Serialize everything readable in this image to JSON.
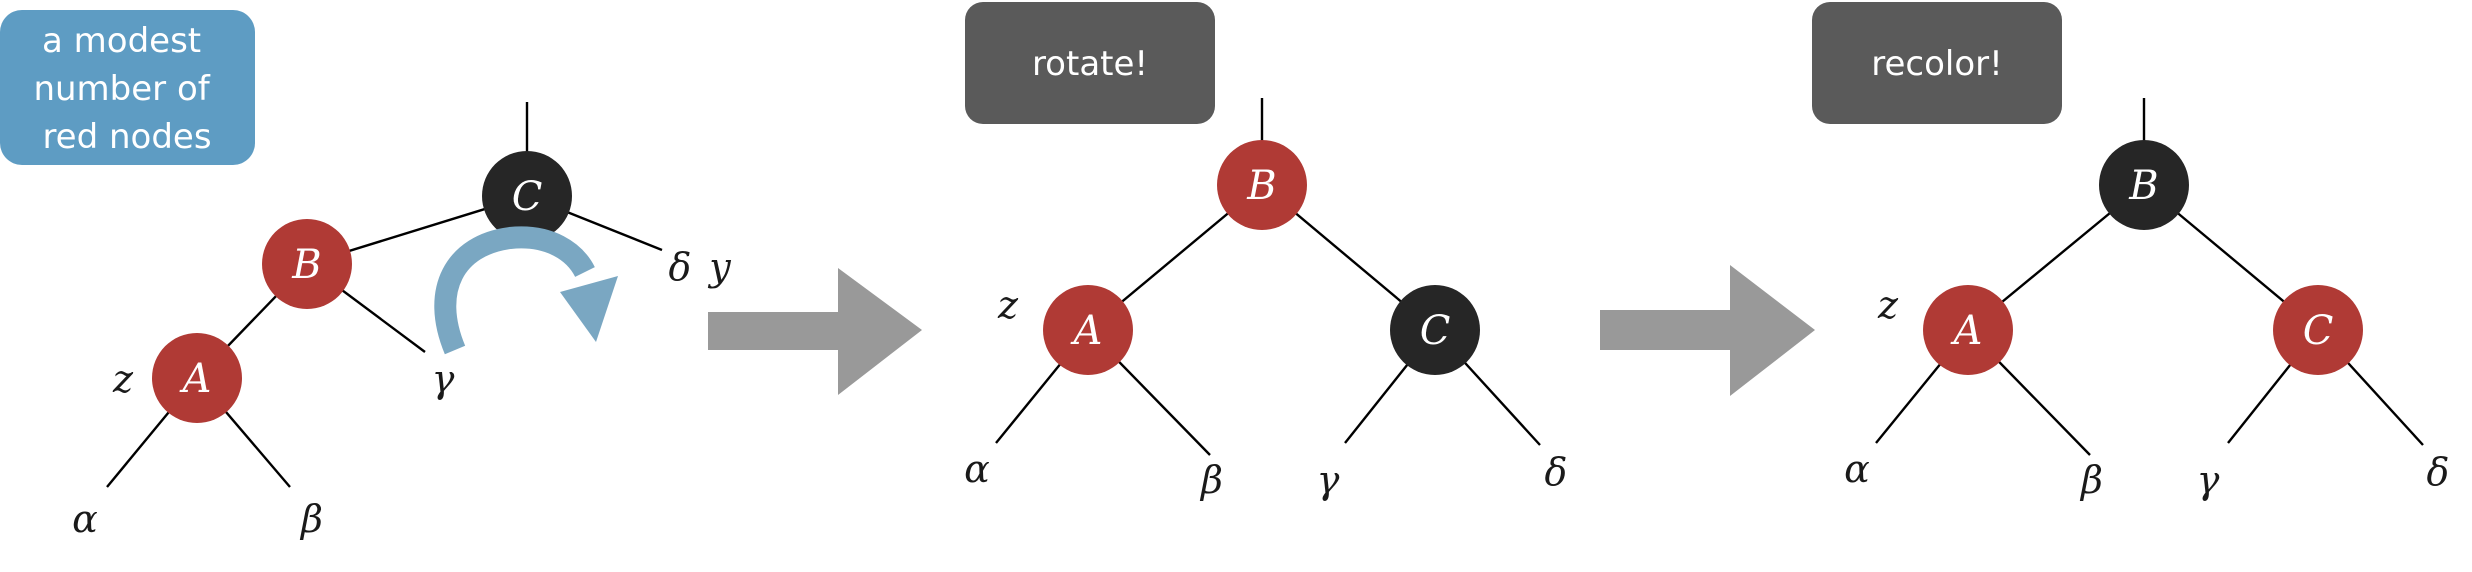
{
  "colors": {
    "red": "#B03A35",
    "black": "#262626",
    "callout_blue": "#5E9CC3",
    "callout_gray": "#5A5A5A",
    "arrow_gray": "#999999",
    "rotate_icon": "#7AA7C2"
  },
  "callouts": {
    "left": {
      "lines": [
        "a modest",
        "number of",
        "red nodes"
      ]
    },
    "middle": {
      "text": "rotate!"
    },
    "right": {
      "text": "recolor!"
    }
  },
  "panels": {
    "left": {
      "nodes": {
        "A": "A",
        "B": "B",
        "C": "C"
      },
      "labels": {
        "z": "z",
        "y": "y",
        "alpha": "α",
        "beta": "β",
        "gamma": "γ",
        "delta": "δ"
      }
    },
    "middle": {
      "nodes": {
        "A": "A",
        "B": "B",
        "C": "C"
      },
      "labels": {
        "z": "z",
        "alpha": "α",
        "beta": "β",
        "gamma": "γ",
        "delta": "δ"
      }
    },
    "right": {
      "nodes": {
        "A": "A",
        "B": "B",
        "C": "C"
      },
      "labels": {
        "z": "z",
        "alpha": "α",
        "beta": "β",
        "gamma": "γ",
        "delta": "δ"
      }
    }
  }
}
